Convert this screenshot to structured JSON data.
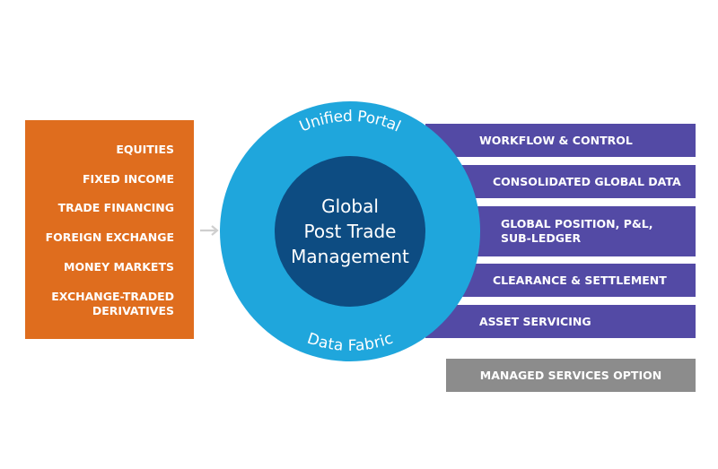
{
  "asset_classes": [
    {
      "label": "EQUITIES"
    },
    {
      "label": "FIXED INCOME"
    },
    {
      "label": "TRADE FINANCING"
    },
    {
      "label": "FOREIGN EXCHANGE"
    },
    {
      "label": "MONEY MARKETS"
    },
    {
      "label": "EXCHANGE-TRADED\nDERIVATIVES"
    }
  ],
  "hub": {
    "ring_top": "Unified Portal",
    "ring_bottom": "Data Fabric",
    "center_lines": [
      "Global",
      "Post Trade",
      "Management"
    ]
  },
  "services": [
    {
      "label": "WORKFLOW & CONTROL"
    },
    {
      "label": "CONSOLIDATED GLOBAL DATA"
    },
    {
      "label": "GLOBAL POSITION, P&L,\nSUB-LEDGER"
    },
    {
      "label": "CLEARANCE & SETTLEMENT"
    },
    {
      "label": "ASSET SERVICING"
    }
  ],
  "optional_service": {
    "label": "MANAGED SERVICES OPTION"
  },
  "colors": {
    "asset_box": "#DF6D1E",
    "service_bar": "#534AA5",
    "optional_bar": "#8C8C8C",
    "ring": "#1FA6DC",
    "core": "#0D4C82",
    "arrow": "#CFCFCF"
  }
}
